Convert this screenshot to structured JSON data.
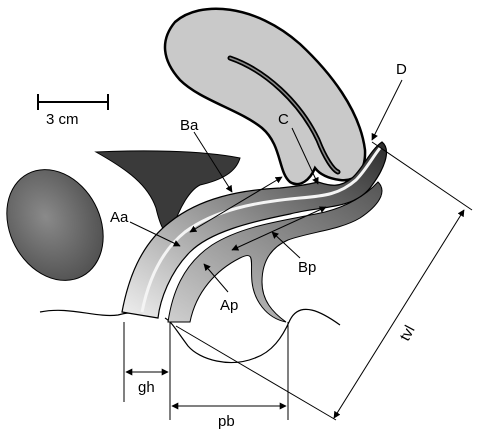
{
  "scale_bar": {
    "label": "3 cm"
  },
  "labels": {
    "D": "D",
    "C": "C",
    "Ba": "Ba",
    "Aa": "Aa",
    "Bp": "Bp",
    "Ap": "Ap",
    "tvl": "tvl",
    "gh": "gh",
    "pb": "pb"
  },
  "colors": {
    "uterus_fill": "#c9c9c9",
    "dark_fill": "#3a3a3a",
    "mid_fill": "#6f6f6f",
    "line": "#000000",
    "background": "#ffffff"
  }
}
